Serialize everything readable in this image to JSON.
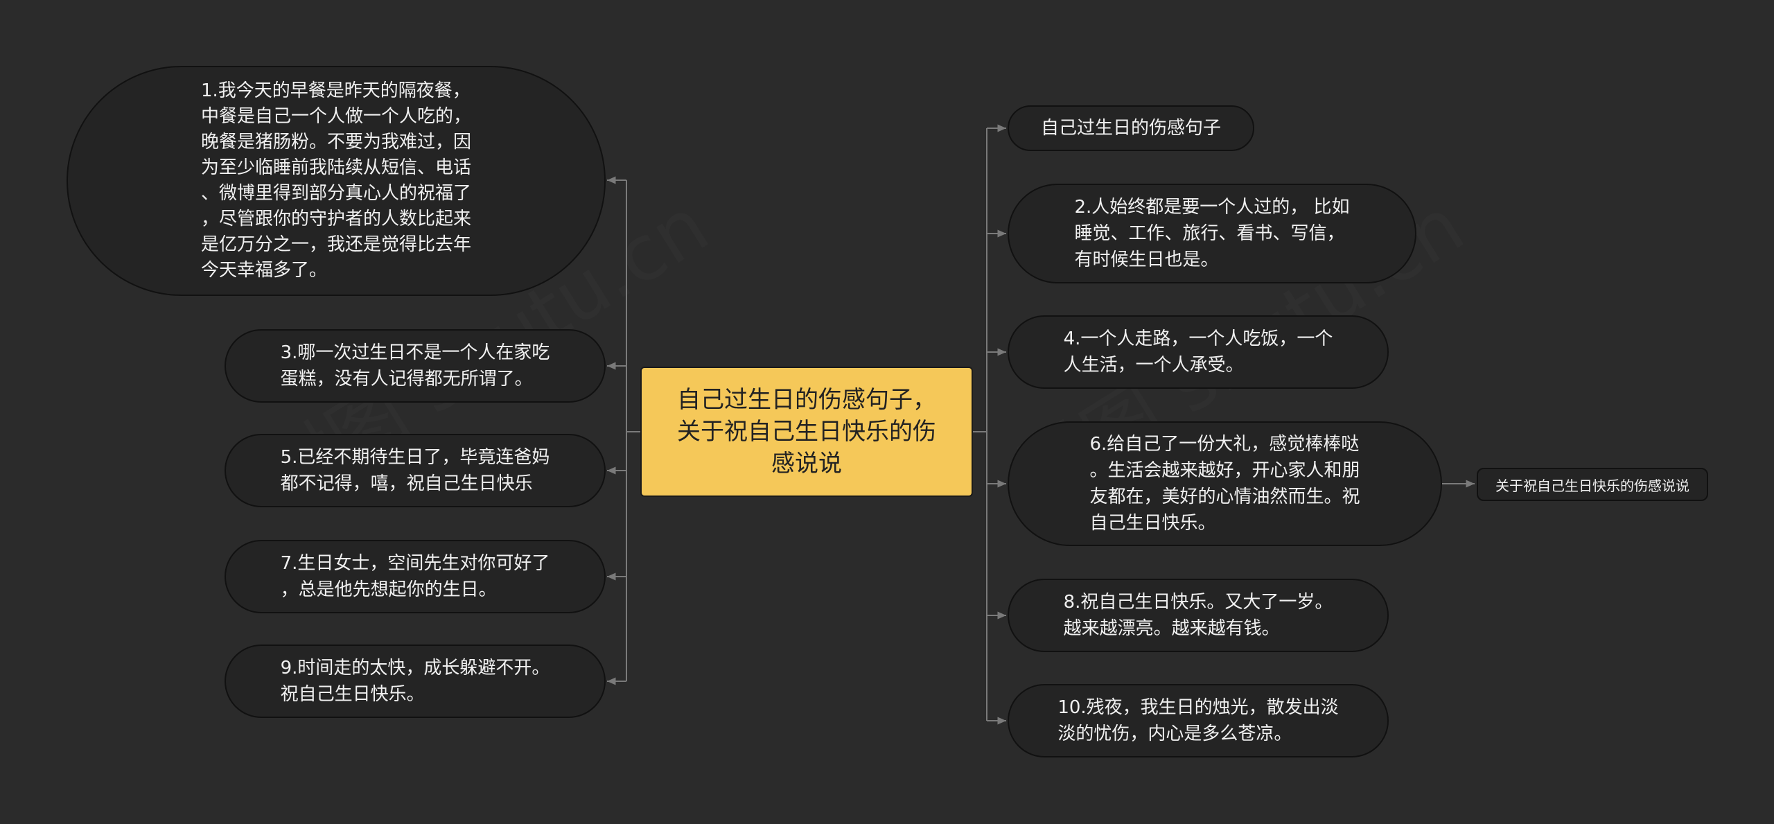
{
  "root": {
    "text": "自己过生日的伤感句子，\n关于祝自己生日快乐的伤\n感说说"
  },
  "left_nodes": [
    {
      "text": "1.我今天的早餐是昨天的隔夜餐，\n中餐是自己一个人做一个人吃的，\n晚餐是猪肠粉。不要为我难过，因\n为至少临睡前我陆续从短信、电话\n、微博里得到部分真心人的祝福了\n，尽管跟你的守护者的人数比起来\n是亿万分之一，我还是觉得比去年\n今天幸福多了。"
    },
    {
      "text": "3.哪一次过生日不是一个人在家吃\n蛋糕，没有人记得都无所谓了。"
    },
    {
      "text": "5.已经不期待生日了，毕竟连爸妈\n都不记得，嘻，祝自己生日快乐"
    },
    {
      "text": "7.生日女士，空间先生对你可好了\n，总是他先想起你的生日。"
    },
    {
      "text": "9.时间走的太快，成长躲避不开。\n祝自己生日快乐。"
    }
  ],
  "right_nodes": [
    {
      "text": "自己过生日的伤感句子"
    },
    {
      "text": "2.人始终都是要一个人过的， 比如\n睡觉、工作、旅行、看书、写信，\n有时候生日也是。"
    },
    {
      "text": "4.一个人走路，一个人吃饭，一个\n人生活，一个人承受。"
    },
    {
      "text": "6.给自己了一份大礼，感觉棒棒哒\n。生活会越来越好，开心家人和朋\n友都在，美好的心情油然而生。祝\n自己生日快乐。"
    },
    {
      "text": "8.祝自己生日快乐。又大了一岁。\n越来越漂亮。越来越有钱。"
    },
    {
      "text": "10.残夜，我生日的烛光，散发出淡\n淡的忧伤，内心是多么苍凉。"
    }
  ],
  "child_node": {
    "text": "关于祝自己生日快乐的伤感说说"
  },
  "colors": {
    "background": "#2b2b2b",
    "node_fill": "#242424",
    "node_border": "#111111",
    "root_fill": "#f5c859",
    "connector": "#7a7a7a",
    "text": "#f0f0f0",
    "root_text": "#222222"
  }
}
